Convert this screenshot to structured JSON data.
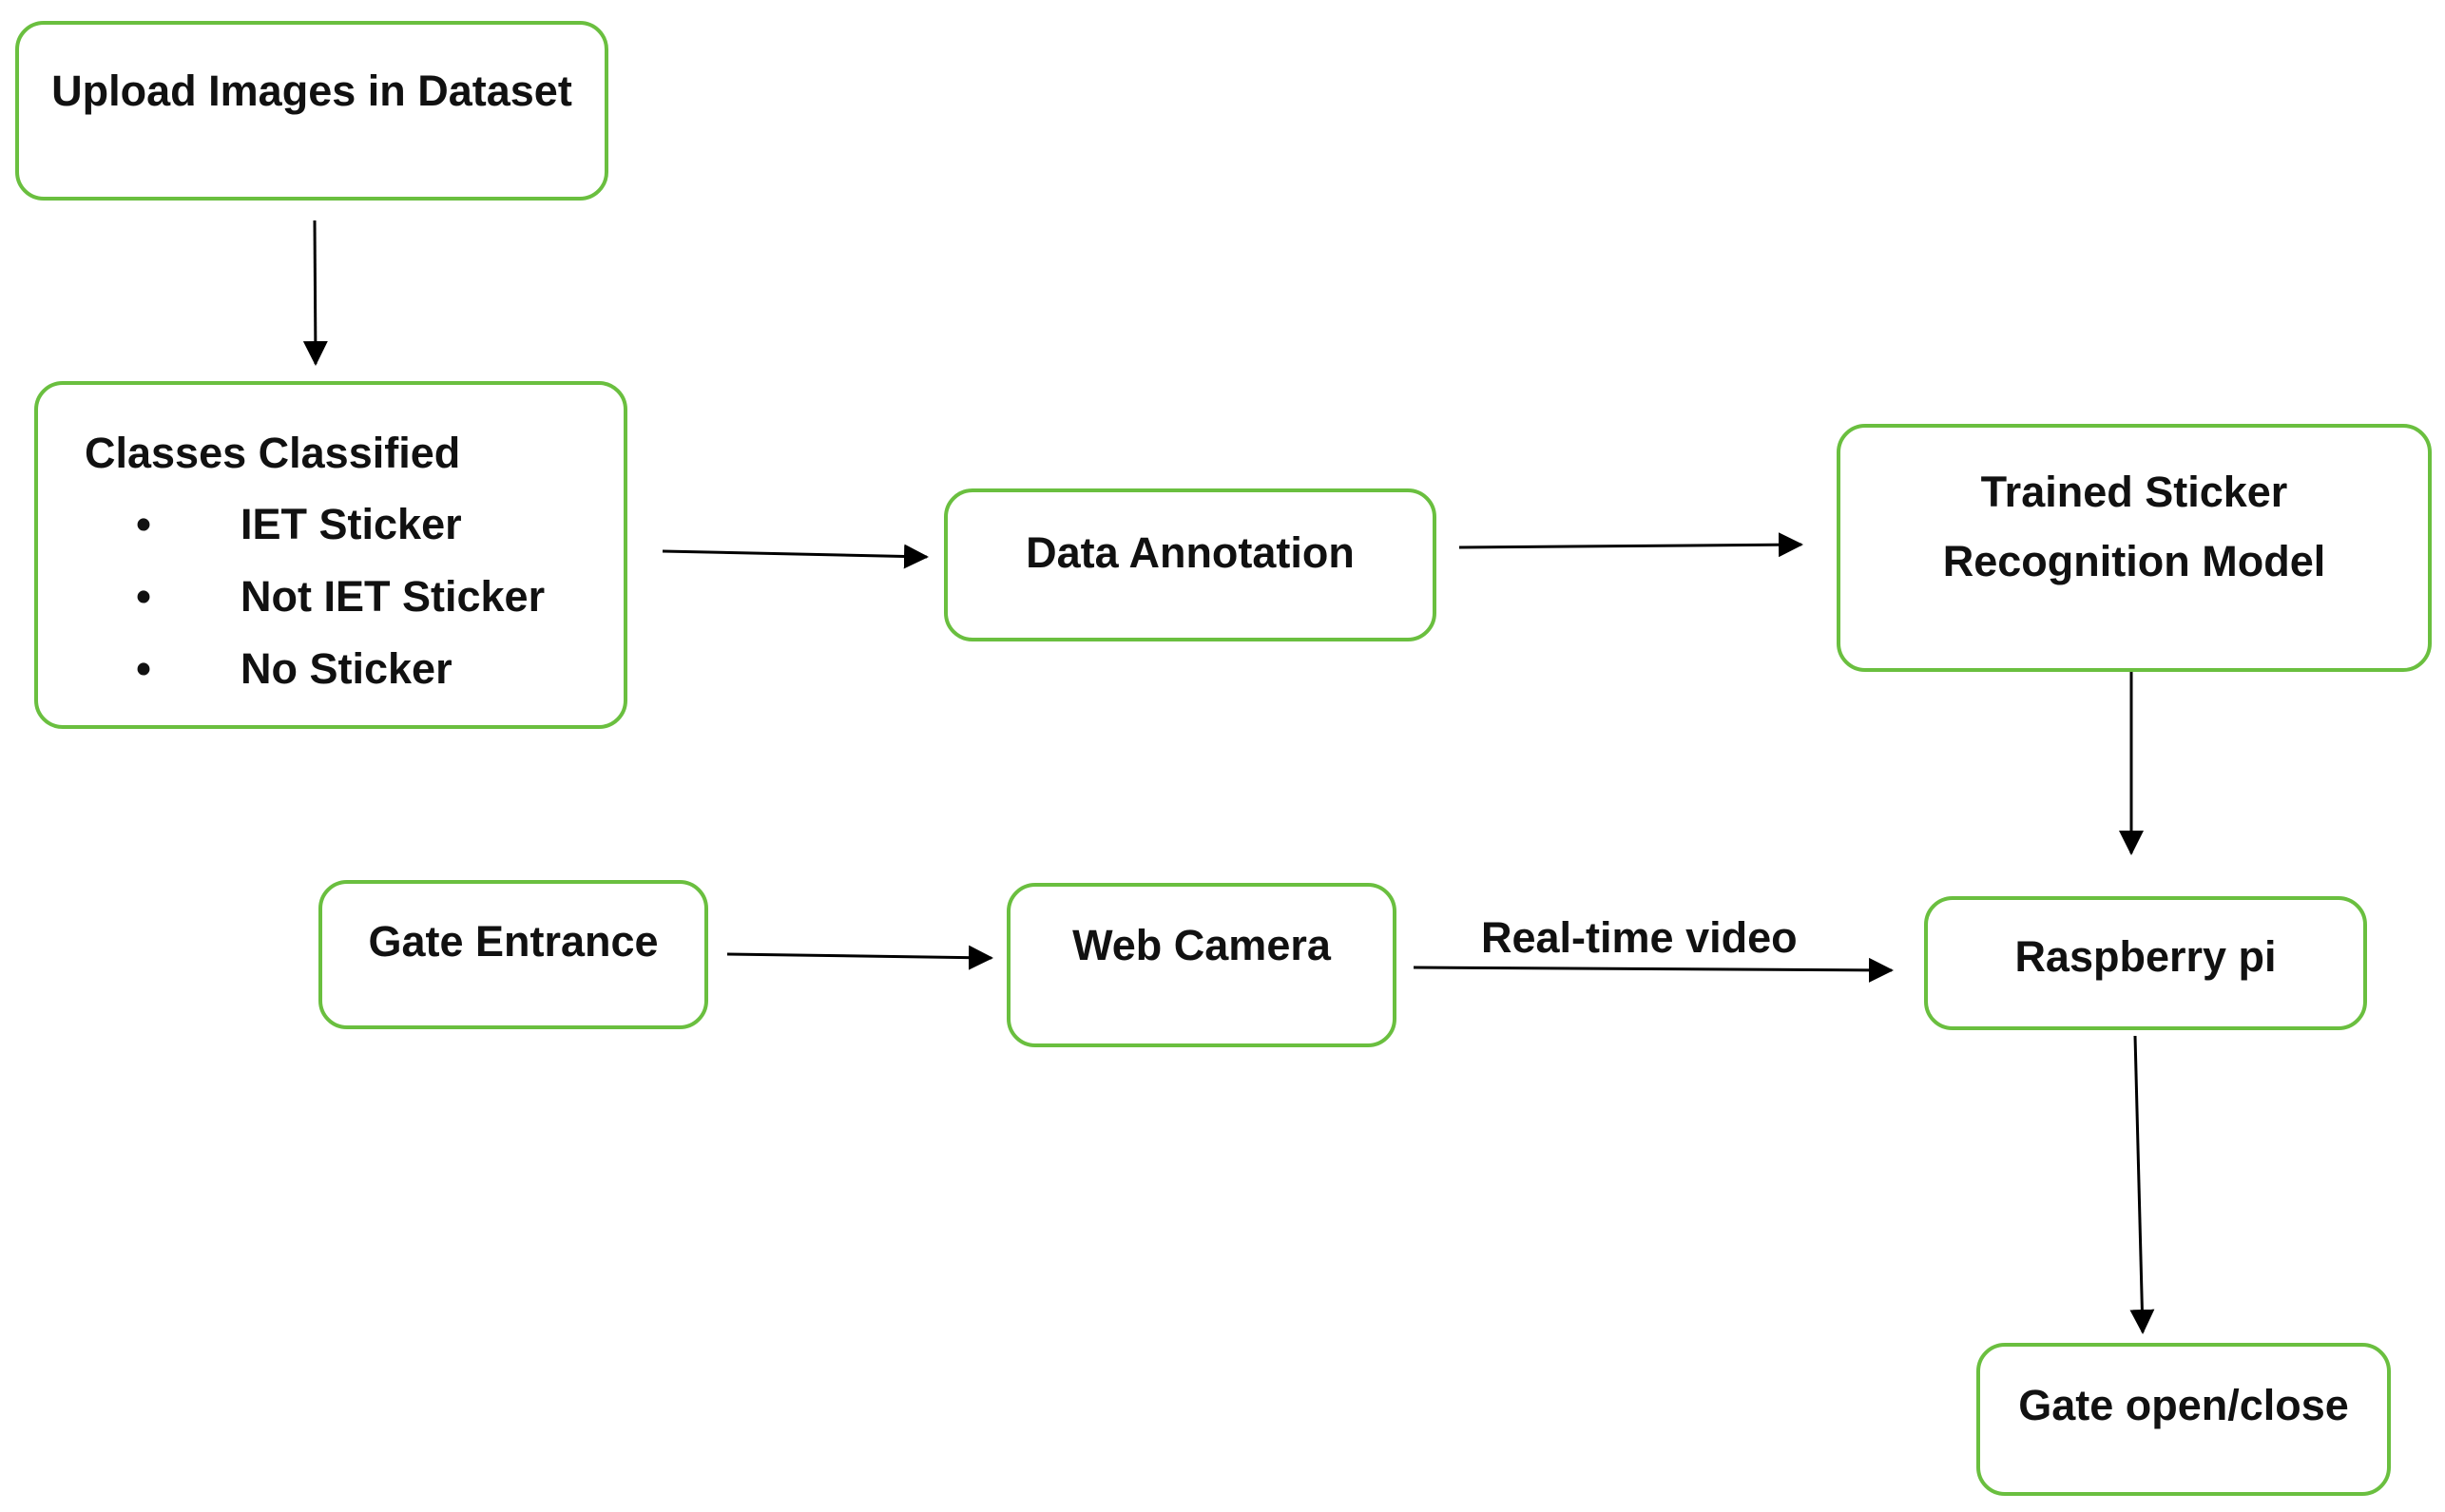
{
  "nodes": {
    "upload": {
      "label": "Upload Images in Dataset"
    },
    "classes": {
      "title": "Classes Classified",
      "items": [
        "IET Sticker",
        "Not IET Sticker",
        "No Sticker"
      ]
    },
    "annotation": {
      "label": "Data Annotation"
    },
    "model": {
      "line1": "Trained Sticker",
      "line2": "Recognition Model"
    },
    "gate_entrance": {
      "label": "Gate Entrance"
    },
    "web_camera": {
      "label": "Web Camera"
    },
    "raspberry": {
      "label": "Raspberry pi"
    },
    "gate_control": {
      "label": "Gate open/close"
    }
  },
  "edges": {
    "camera_to_pi": {
      "label": "Real-time video"
    }
  },
  "colors": {
    "border": "#6abf3f",
    "arrow": "#000000",
    "text": "#111111"
  }
}
